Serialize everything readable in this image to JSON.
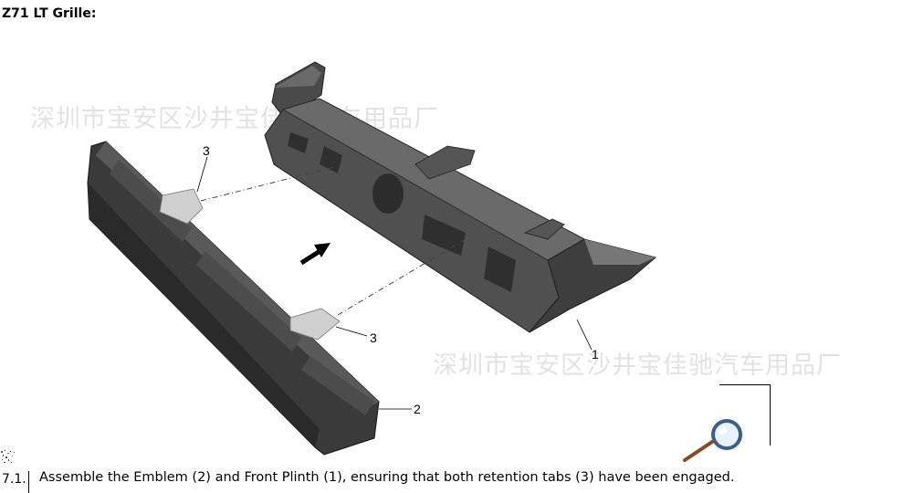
{
  "document": {
    "title": "Z71 LT Grille:",
    "watermark_text": "深圳市宝安区沙井宝佳驰汽车用品厂",
    "callouts": [
      "3",
      "3",
      "1",
      "2"
    ],
    "step": {
      "number": "7.1.",
      "text": "Assemble the Emblem (2) and Front Plinth (1), ensuring that both retention tabs (3) have been engaged."
    }
  },
  "icons": {
    "direction_arrow": "arrow-icon",
    "zoom": "magnifier-icon"
  },
  "colors": {
    "part_dark": "#3a3a3a",
    "part_mid": "#5e5e5e",
    "tab_light": "#cfcfcf"
  }
}
